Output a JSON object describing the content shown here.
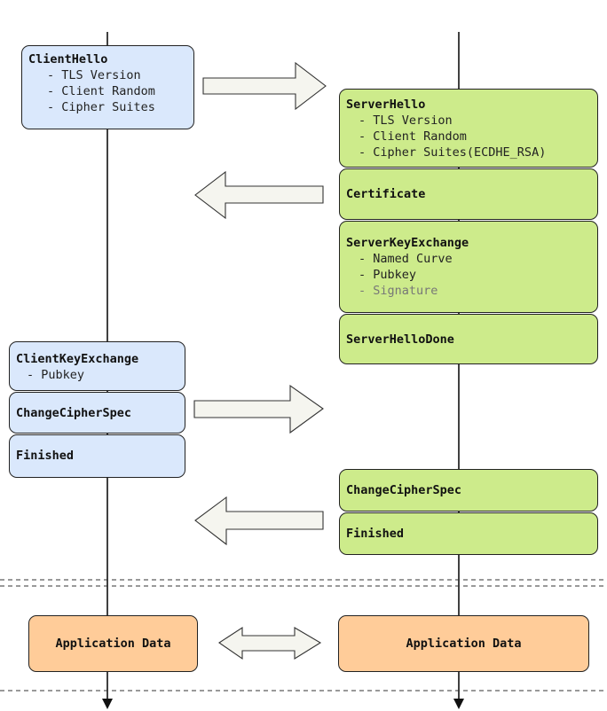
{
  "client": {
    "client_hello": {
      "title": "ClientHello",
      "items": [
        "- TLS Version",
        "- Client Random",
        "- Cipher Suites"
      ]
    },
    "client_key_exchange": {
      "title": "ClientKeyExchange",
      "items": [
        "- Pubkey"
      ]
    },
    "change_cipher_spec": {
      "title": "ChangeCipherSpec"
    },
    "finished": {
      "title": "Finished"
    },
    "application_data": {
      "title": "Application Data"
    }
  },
  "server": {
    "server_hello": {
      "title": "ServerHello",
      "items": [
        "- TLS Version",
        "- Client Random",
        "- Cipher Suites(ECDHE_RSA)"
      ]
    },
    "certificate": {
      "title": "Certificate"
    },
    "server_key_exchange": {
      "title": "ServerKeyExchange",
      "items": [
        "- Named Curve",
        "- Pubkey",
        "- Signature"
      ]
    },
    "server_hello_done": {
      "title": "ServerHelloDone"
    },
    "change_cipher_spec": {
      "title": "ChangeCipherSpec"
    },
    "finished": {
      "title": "Finished"
    },
    "application_data": {
      "title": "Application Data"
    }
  },
  "colors": {
    "client_fill": "#dae8fc",
    "server_fill": "#cdeb8b",
    "app_data_fill": "#ffcc99",
    "arrow_fill": "#f5f5ef",
    "line": "#111111"
  }
}
